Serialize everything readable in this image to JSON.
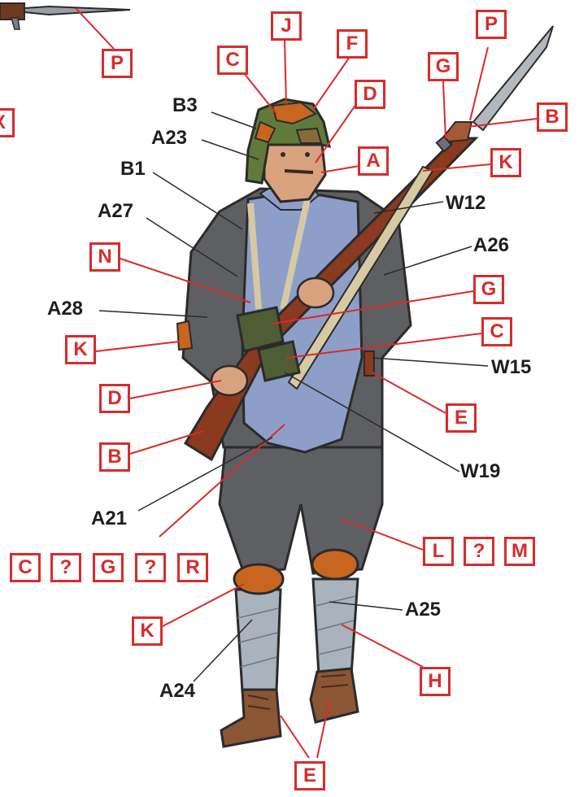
{
  "colors": {
    "callout_red": "#d92b2b",
    "label_black": "#1e1e1e",
    "uniform_grey": "#5e5f63",
    "vest_blue": "#8d9fc8",
    "rifle_brown": "#8a3a1e",
    "helmet_green": "#5f7a3a",
    "helmet_orange": "#c8651f",
    "puttee_grey": "#a9b3bd",
    "boot_brown": "#8a5634",
    "skin": "#d9a27e"
  },
  "callouts": {
    "red_codes": {
      "p_top_left": "P",
      "x_left_partial": "X",
      "j_helmet_top": "J",
      "c_helmet": "C",
      "f_helmet": "F",
      "d_face": "D",
      "a_mouth": "A",
      "p_bayonet": "P",
      "g_bayonet_mount": "G",
      "b_rifle_tip": "B",
      "k_sling": "K",
      "n_strap": "N",
      "g_pouch": "G",
      "c_pouch": "C",
      "k_elbow": "K",
      "d_hand": "D",
      "e_belt": "E",
      "b_stock": "B",
      "l_trousers": "L",
      "q_trousers": "?",
      "m_trousers": "M",
      "c_group": "C",
      "q_group_1": "?",
      "g_group": "G",
      "q_group_2": "?",
      "r_group": "R",
      "k_knee": "K",
      "h_puttee": "H",
      "e_boots": "E"
    },
    "black_codes": {
      "b3_helmet": "B3",
      "a23_helmet": "A23",
      "b1_collar": "B1",
      "a27_tunic": "A27",
      "w12_sling": "W12",
      "a26_sleeve": "A26",
      "a28_tunic": "A28",
      "w15_belt": "W15",
      "w19_pouches": "W19",
      "a21_vest": "A21",
      "a25_puttee": "A25",
      "a24_puttee": "A24"
    }
  }
}
